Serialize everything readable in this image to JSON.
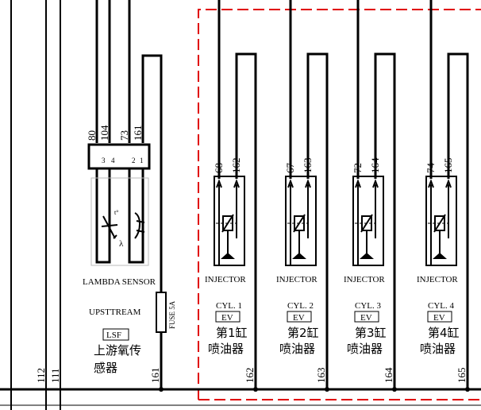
{
  "sensor": {
    "pins": [
      "80",
      "104",
      "73",
      "161"
    ],
    "connector_pins": [
      "3",
      "4",
      "2",
      "1"
    ],
    "name": "LAMBDA SENSOR",
    "position": "UPSTTREAM",
    "code": "LSF",
    "name_cn_line1": "上游氧传",
    "name_cn_line2": "感器"
  },
  "fuse": {
    "label": "FUSE 5A"
  },
  "left_wires": [
    "112",
    "111"
  ],
  "fuse_wire": "161",
  "injectors": [
    {
      "wire_top_left": "68",
      "wire_top_right": "162",
      "label": "INJECTOR",
      "cyl": "CYL. 1",
      "code": "EV",
      "cn_line1": "第1缸",
      "cn_line2": "喷油器",
      "bottom_wire": "162"
    },
    {
      "wire_top_left": "67",
      "wire_top_right": "163",
      "label": "INJECTOR",
      "cyl": "CYL. 2",
      "code": "EV",
      "cn_line1": "第2缸",
      "cn_line2": "喷油器",
      "bottom_wire": "163"
    },
    {
      "wire_top_left": "72",
      "wire_top_right": "164",
      "label": "INJECTOR",
      "cyl": "CYL. 3",
      "code": "EV",
      "cn_line1": "第3缸",
      "cn_line2": "喷油器",
      "bottom_wire": "164"
    },
    {
      "wire_top_left": "74",
      "wire_top_right": "165",
      "label": "INJECTOR",
      "cyl": "CYL. 4",
      "code": "EV",
      "cn_line1": "第4缸",
      "cn_line2": "喷油器",
      "bottom_wire": "165"
    }
  ],
  "colors": {
    "wire": "#000000",
    "boundary": "#e00000"
  }
}
